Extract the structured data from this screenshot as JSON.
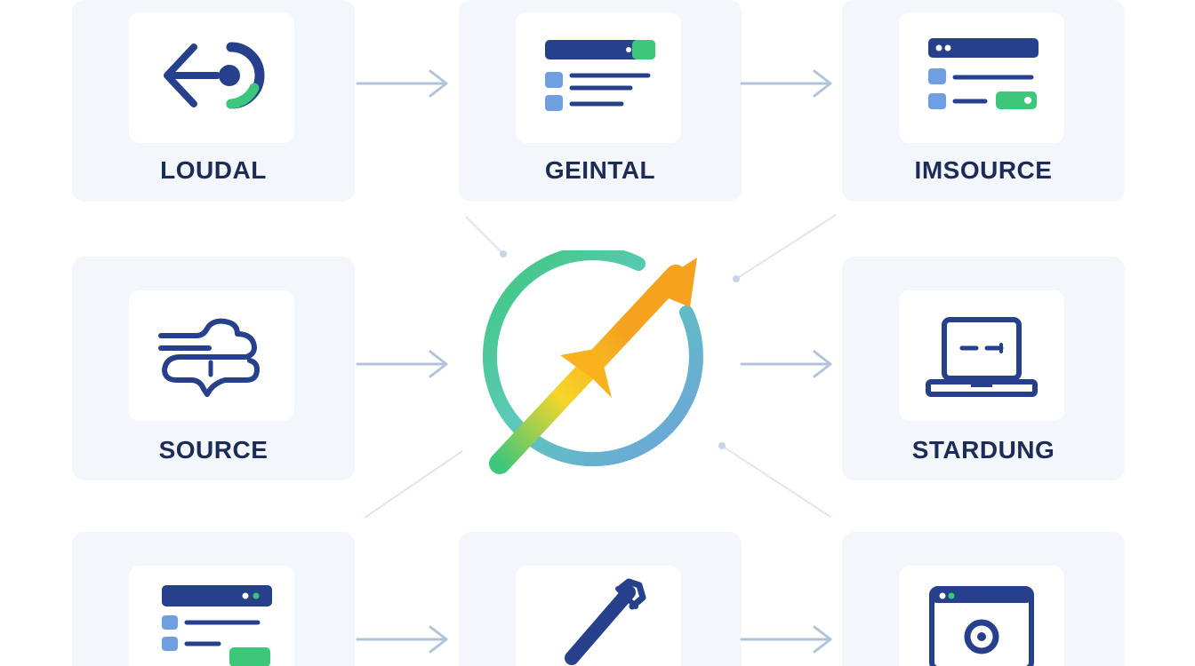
{
  "colors": {
    "navy": "#26408b",
    "green": "#3cc77a",
    "blue": "#6f9fe0",
    "arrow_gray": "#b3c3da",
    "orange": "#f5a21e",
    "yellow": "#f7d52a"
  },
  "cards": [
    {
      "id": "loudal",
      "label": "LOUDAL",
      "icon": "circular-arrow-icon"
    },
    {
      "id": "geintal",
      "label": "GEINTAL",
      "icon": "list-window-icon"
    },
    {
      "id": "imsource",
      "label": "IMSOURCE",
      "icon": "list-toggle-window-icon"
    },
    {
      "id": "source",
      "label": "SOURCE",
      "icon": "pipe-flow-icon"
    },
    {
      "id": "stardung",
      "label": "STARDUNG",
      "icon": "laptop-icon"
    },
    {
      "id": "bottom-left",
      "label": "",
      "icon": "list-toggle-window-icon"
    },
    {
      "id": "bottom-middle",
      "label": "",
      "icon": "pen-icon"
    },
    {
      "id": "bottom-right",
      "label": "",
      "icon": "browser-window-icon"
    }
  ],
  "center": {
    "icon": "growth-arrow-ring-icon"
  }
}
